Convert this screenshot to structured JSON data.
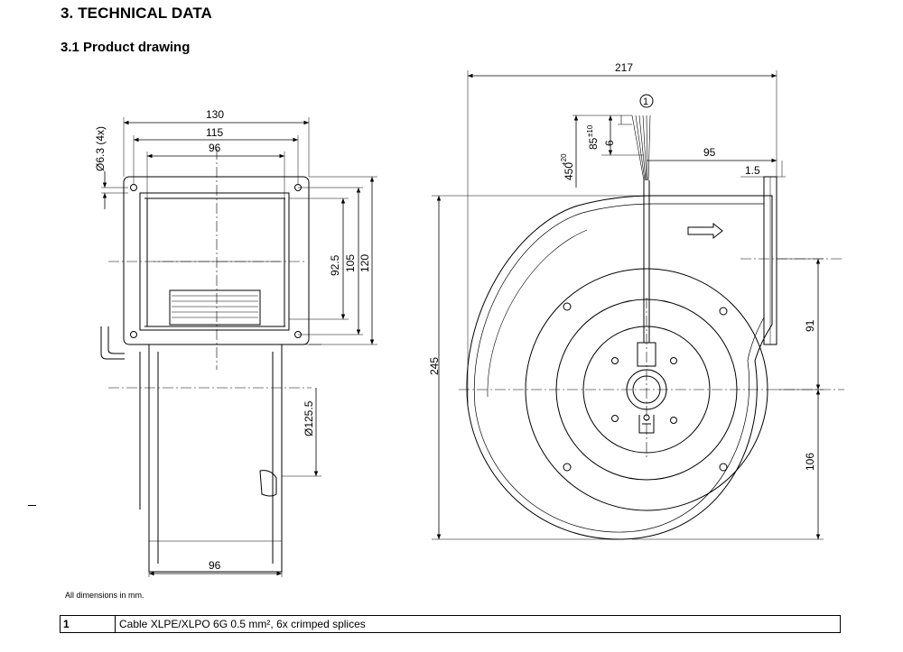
{
  "document": {
    "section_title": "3. TECHNICAL DATA",
    "subsection_title": "3.1 Product drawing",
    "units_note": "All dimensions in mm."
  },
  "side_view": {
    "dims": {
      "width_130": "130",
      "width_115": "115",
      "width_96_top": "96",
      "hole_dia": "Ø6.3 (4x)",
      "height_92_5": "92.5",
      "height_105": "105",
      "height_120": "120",
      "inlet_dia": "Ø125.5",
      "width_96_bottom": "96"
    }
  },
  "front_view": {
    "dims": {
      "width_217": "217",
      "cable_label": "1",
      "cable_450": "450",
      "cable_450_tol": "+20",
      "strip_85": "85",
      "strip_85_tol": "±10",
      "strip_6": "6",
      "offset_95": "95",
      "flange_1_5": "1.5",
      "height_245": "245",
      "outlet_91": "91",
      "outlet_106": "106"
    }
  },
  "legend": {
    "rows": [
      {
        "number": "1",
        "description": "Cable XLPE/XLPO 6G 0.5 mm², 6x crimped splices"
      }
    ]
  },
  "colors": {
    "line": "#000000",
    "background": "#ffffff"
  }
}
